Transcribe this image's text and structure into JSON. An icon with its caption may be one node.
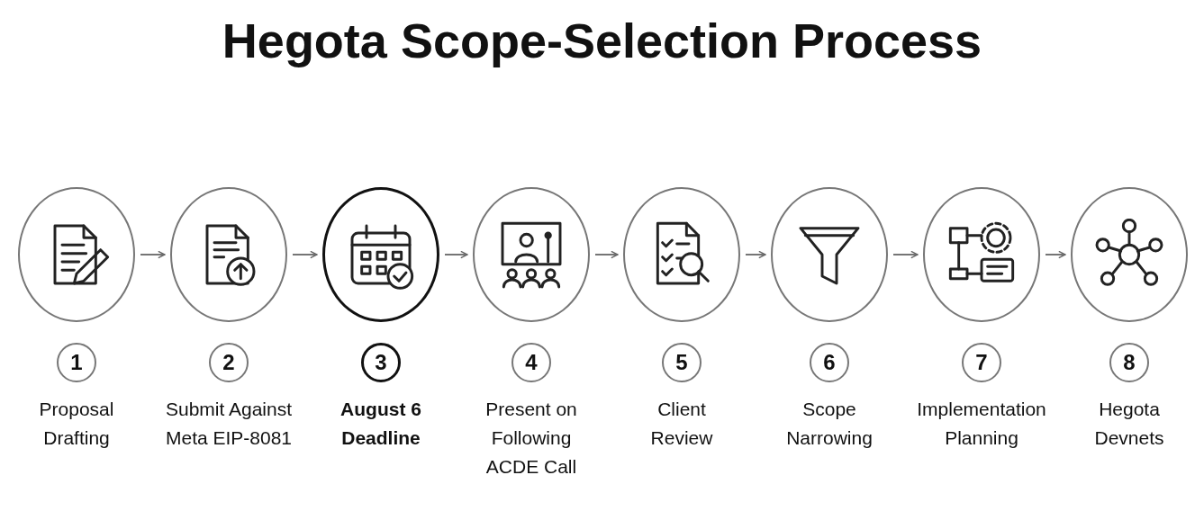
{
  "diagram": {
    "title": "Hegota Scope-Selection Process",
    "nodes": [
      {
        "text": [],
        "shape": "circle"
      },
      {
        "text": [],
        "shape": "circle"
      },
      {
        "text": [],
        "shape": "circle"
      },
      {
        "text": [],
        "shape": "circle"
      },
      {
        "text": [],
        "shape": "circle"
      },
      {
        "text": [],
        "shape": "circle"
      },
      {
        "text": [],
        "shape": "circle"
      },
      {
        "text": [],
        "shape": "circle"
      },
      {
        "text": [
          "1"
        ],
        "beside": [
          "Proposal Drafting"
        ]
      },
      {
        "text": [
          "2"
        ],
        "beside": [
          "Submit Against Meta EIP-8081"
        ]
      },
      {
        "text": [
          "3"
        ],
        "beside": [
          "August 6 Deadline"
        ]
      },
      {
        "text": [
          "4"
        ],
        "beside": [
          "Present on Following ACDE Call"
        ]
      },
      {
        "text": [
          "5"
        ],
        "beside": [
          "Client Review"
        ]
      },
      {
        "text": [
          "6"
        ],
        "beside": [
          "Scope Narrowing"
        ]
      },
      {
        "text": [
          "7"
        ],
        "beside": [
          "Implementation Planning"
        ]
      },
      {
        "text": [
          "8"
        ],
        "beside": [
          "Hegota Devnets"
        ]
      }
    ],
    "edges": [
      {
        "from": 0,
        "to": 1,
        "arrow": "to"
      },
      {
        "from": 1,
        "to": 2,
        "arrow": "to"
      },
      {
        "from": 2,
        "to": 3,
        "arrow": "to"
      },
      {
        "from": 3,
        "to": 4,
        "arrow": "to"
      },
      {
        "from": 4,
        "to": 5,
        "arrow": "to"
      },
      {
        "from": 5,
        "to": 6,
        "arrow": "to"
      },
      {
        "from": 6,
        "to": 7,
        "arrow": "to"
      }
    ]
  }
}
